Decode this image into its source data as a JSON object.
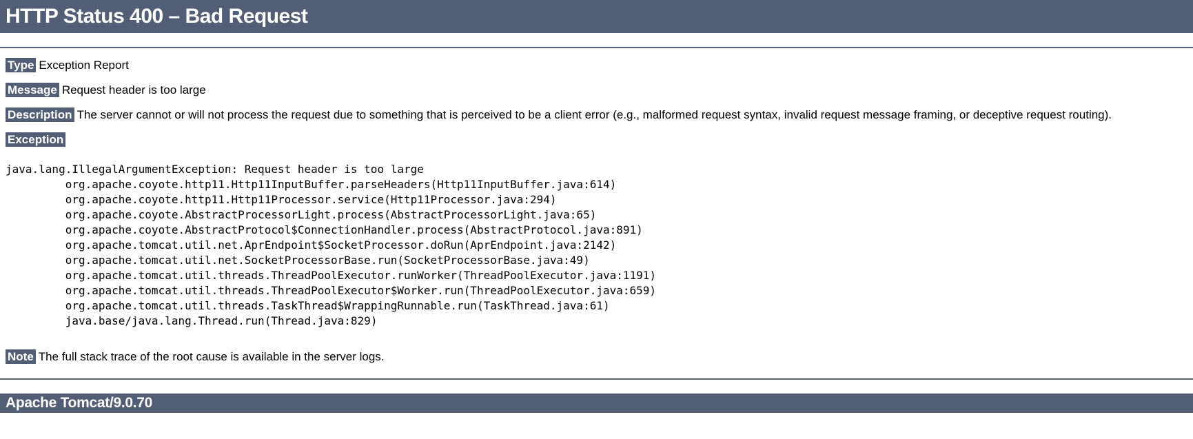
{
  "colors": {
    "accent": "#525D76",
    "header_text": "#FFFFFF",
    "body_text": "#000000",
    "background": "#FFFFFF"
  },
  "header": {
    "title": "HTTP Status 400 – Bad Request"
  },
  "report": {
    "type": {
      "label": "Type",
      "value": "Exception Report"
    },
    "message": {
      "label": "Message",
      "value": "Request header is too large"
    },
    "description": {
      "label": "Description",
      "value": "The server cannot or will not process the request due to something that is perceived to be a client error (e.g., malformed request syntax, invalid request message framing, or deceptive request routing)."
    },
    "exception_heading": "Exception",
    "stack_trace": [
      "java.lang.IllegalArgumentException: Request header is too large",
      "\torg.apache.coyote.http11.Http11InputBuffer.parseHeaders(Http11InputBuffer.java:614)",
      "\torg.apache.coyote.http11.Http11Processor.service(Http11Processor.java:294)",
      "\torg.apache.coyote.AbstractProcessorLight.process(AbstractProcessorLight.java:65)",
      "\torg.apache.coyote.AbstractProtocol$ConnectionHandler.process(AbstractProtocol.java:891)",
      "\torg.apache.tomcat.util.net.AprEndpoint$SocketProcessor.doRun(AprEndpoint.java:2142)",
      "\torg.apache.tomcat.util.net.SocketProcessorBase.run(SocketProcessorBase.java:49)",
      "\torg.apache.tomcat.util.threads.ThreadPoolExecutor.runWorker(ThreadPoolExecutor.java:1191)",
      "\torg.apache.tomcat.util.threads.ThreadPoolExecutor$Worker.run(ThreadPoolExecutor.java:659)",
      "\torg.apache.tomcat.util.threads.TaskThread$WrappingRunnable.run(TaskThread.java:61)",
      "\tjava.base/java.lang.Thread.run(Thread.java:829)"
    ],
    "note": {
      "label": "Note",
      "value": "The full stack trace of the root cause is available in the server logs."
    }
  },
  "footer": {
    "version": "Apache Tomcat/9.0.70"
  }
}
